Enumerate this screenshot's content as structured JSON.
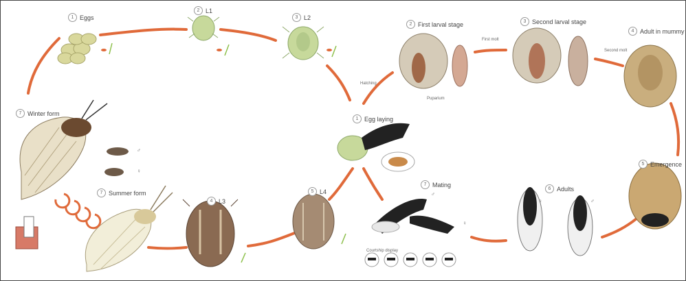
{
  "stages": {
    "eggs": {
      "num": "1",
      "label": "Eggs"
    },
    "l1": {
      "num": "2",
      "label": "L1"
    },
    "l2": {
      "num": "3",
      "label": "L2"
    },
    "winter_form": {
      "num": "7",
      "label": "Winter form"
    },
    "summer_form": {
      "num": "7",
      "label": "Summer form"
    },
    "l3": {
      "num": "4",
      "label": "L3"
    },
    "l4": {
      "num": "5",
      "label": "L4"
    },
    "egg_laying": {
      "num": "1",
      "label": "Egg laying"
    },
    "first_larval": {
      "num": "2",
      "label": "First larval stage"
    },
    "second_larval": {
      "num": "3",
      "label": "Second larval stage"
    },
    "adult_mummy": {
      "num": "4",
      "label": "Adult in mummy"
    },
    "emergence": {
      "num": "5",
      "label": "Emergence"
    },
    "adults": {
      "num": "6",
      "label": "Adults"
    },
    "mating": {
      "num": "7",
      "label": "Mating"
    }
  },
  "notes": {
    "hatching": "Hatching",
    "first_molt": "First molt",
    "second_molt": "Second molt",
    "puparium": "Puparium",
    "courtship": "Courtship display",
    "male": "♂",
    "female": "♀"
  },
  "colors": {
    "arrow": "#e06a3a",
    "psyllid_green": "#c7d99b",
    "egg_yellow": "#d9d89c",
    "wing": "#e9e0c8",
    "brown_nymph": "#8a6a52",
    "mummy": "#c9ae7e",
    "wasp": "#222222"
  }
}
